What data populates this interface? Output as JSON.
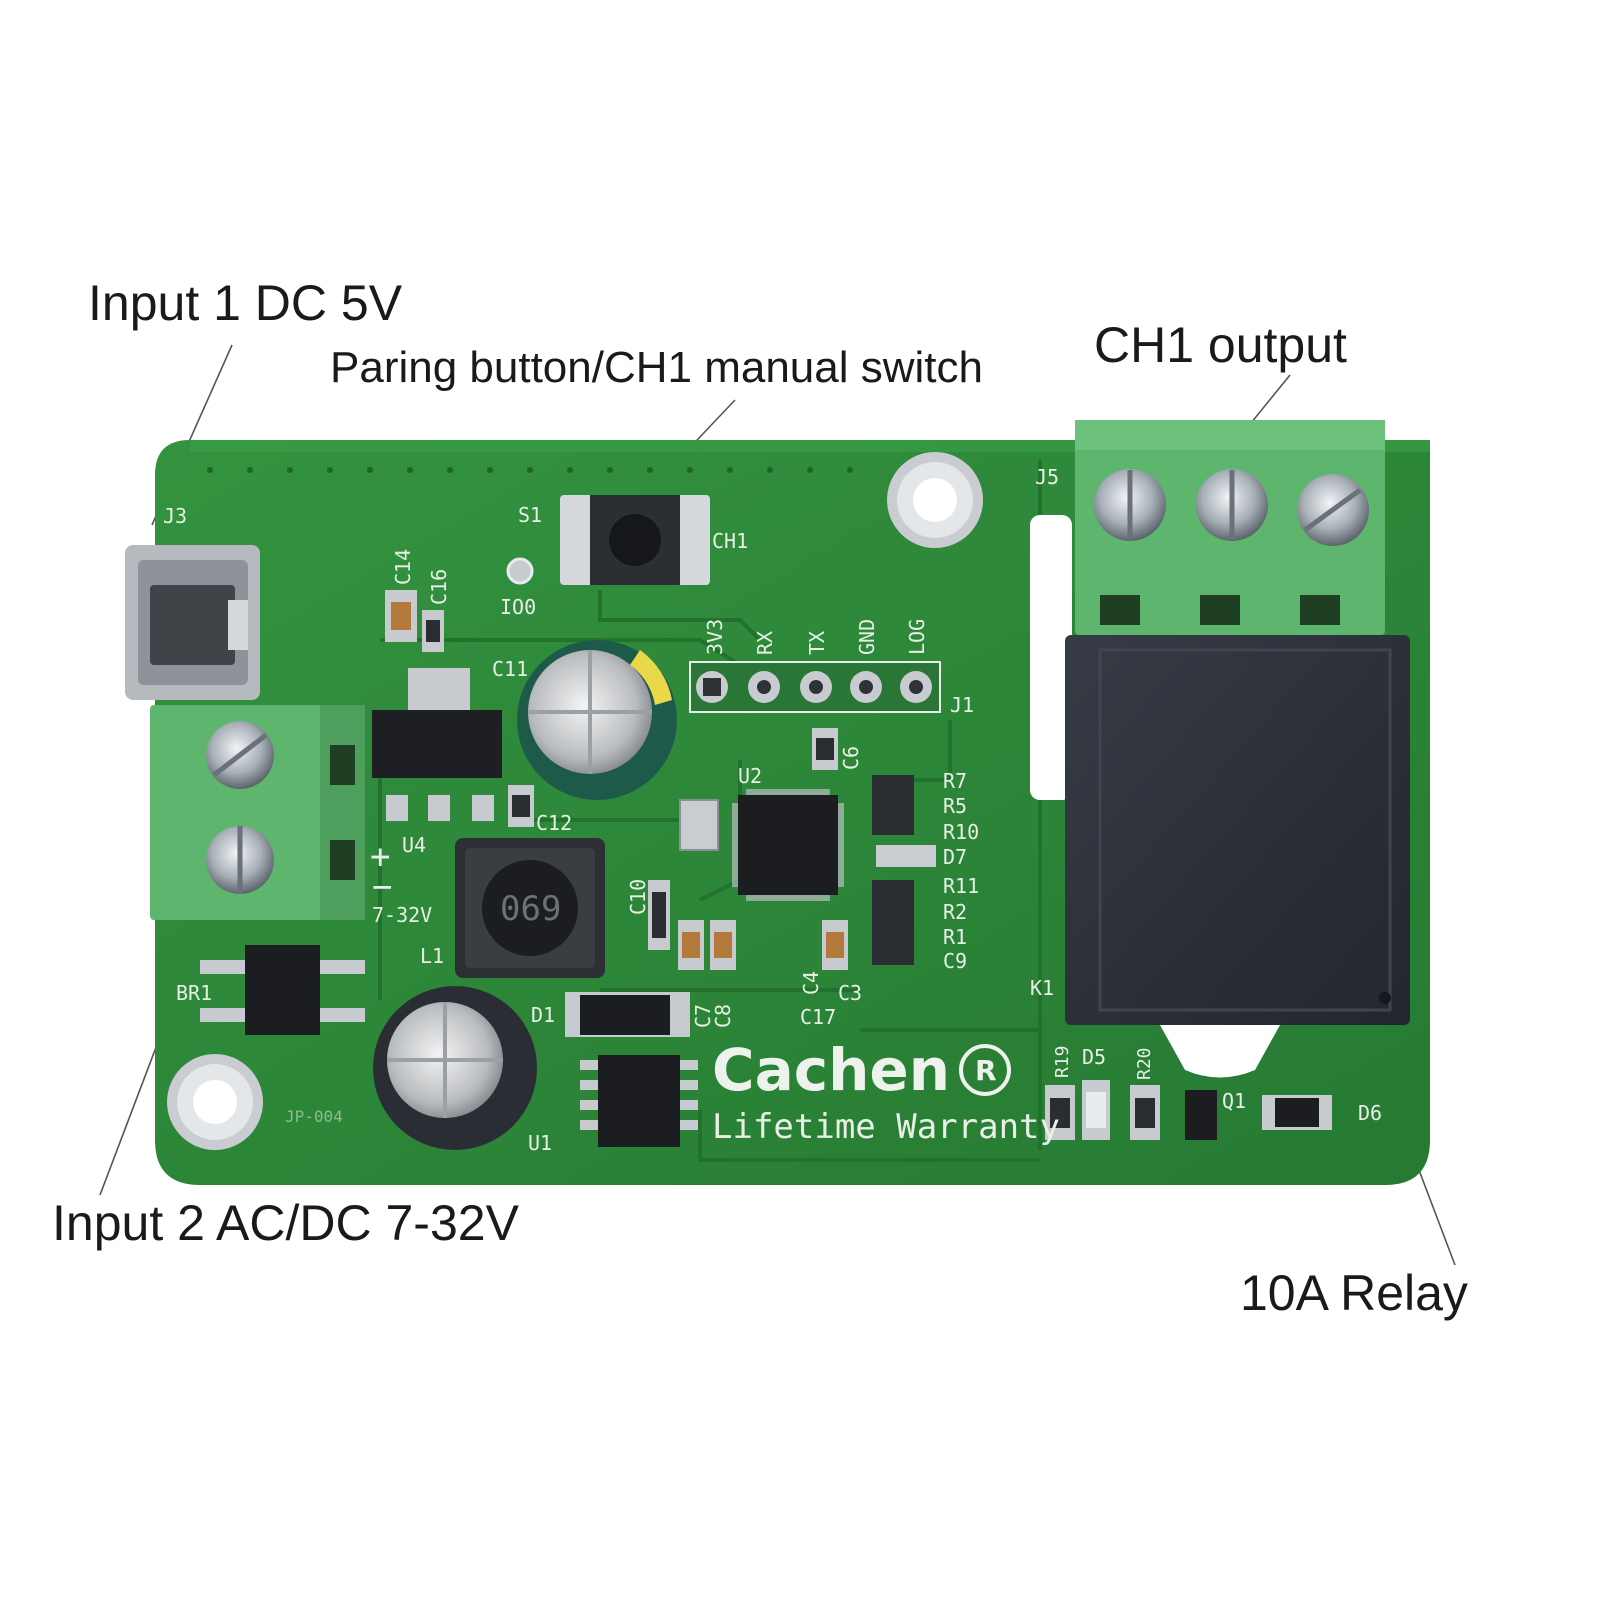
{
  "callouts": {
    "input1": "Input 1 DC 5V",
    "pairing": "Paring button/CH1 manual switch",
    "ch1_output": "CH1 output",
    "input2": "Input 2 AC/DC 7-32V",
    "relay": "10A Relay"
  },
  "board": {
    "brand": "Cachen",
    "warranty": "Lifetime Warranty",
    "inductor_code": "069",
    "board_code": "JP-004",
    "header_pins": [
      "3V3",
      "RX",
      "TX",
      "GND",
      "LOG"
    ],
    "silkscreen": {
      "j3": "J3",
      "s1": "S1",
      "ch1": "CH1",
      "io0": "IO0",
      "c14": "C14",
      "c16": "C16",
      "c11": "C11",
      "c12": "C12",
      "u4": "U4",
      "volt": "7-32V",
      "l1": "L1",
      "br1": "BR1",
      "d1": "D1",
      "u1": "U1",
      "u2": "U2",
      "j1": "J1",
      "j5": "J5",
      "k1": "K1",
      "c6": "C6",
      "r7": "R7",
      "r5": "R5",
      "r10": "R10",
      "d7": "D7",
      "r11": "R11",
      "r2": "R2",
      "r1": "R1",
      "c9": "C9",
      "c10": "C10",
      "c3": "C3",
      "c4": "C4",
      "c17": "C17",
      "c7": "C7",
      "c8": "C8",
      "r19": "R19",
      "d5": "D5",
      "r20": "R20",
      "q1": "Q1",
      "d6": "D6"
    }
  },
  "colors": {
    "pcb": "#2f8a3a",
    "pcb_dark": "#1f6a2a",
    "terminal": "#5db56e",
    "relay": "#2b2f38",
    "silk": "#e8efe6"
  }
}
